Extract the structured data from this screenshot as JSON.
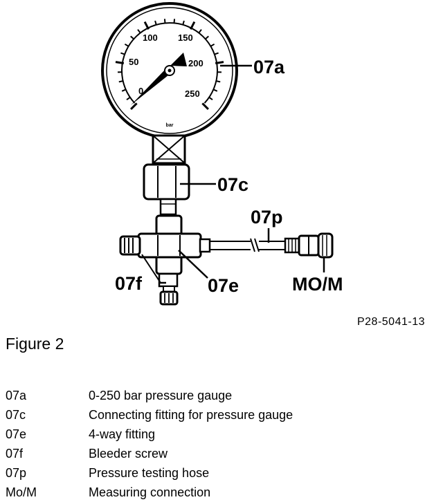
{
  "diagram": {
    "gauge_scale": [
      "0",
      "50",
      "100",
      "150",
      "200",
      "250"
    ],
    "gauge_unit": "bar",
    "callouts": {
      "c07a": "07a",
      "c07c": "07c",
      "c07p": "07p",
      "c07f": "07f",
      "c07e": "07e",
      "cmom": "MO/M"
    },
    "reference_code": "P28-5041-13"
  },
  "figure": {
    "caption": "Figure 2"
  },
  "legend": {
    "items": [
      {
        "code": "07a",
        "description": "0-250 bar pressure gauge"
      },
      {
        "code": "07c",
        "description": "Connecting fitting for pressure gauge"
      },
      {
        "code": "07e",
        "description": "4-way fitting"
      },
      {
        "code": "07f",
        "description": "Bleeder screw"
      },
      {
        "code": "07p",
        "description": "Pressure testing hose"
      },
      {
        "code": "Mo/M",
        "description": "Measuring connection"
      }
    ]
  }
}
